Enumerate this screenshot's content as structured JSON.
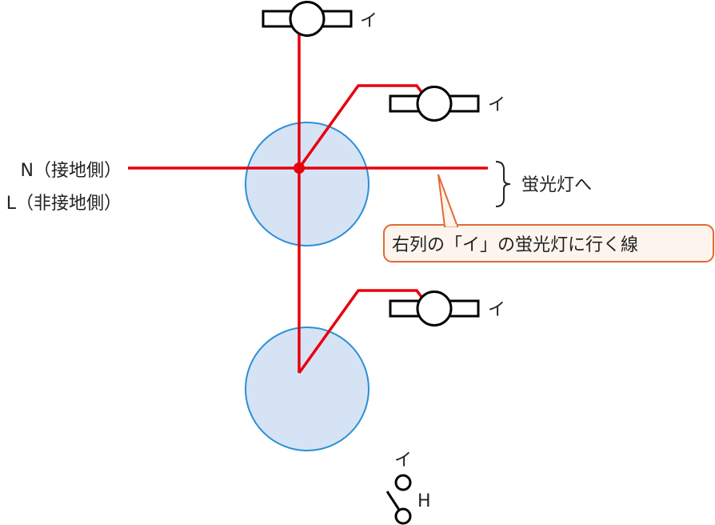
{
  "colors": {
    "wire": "#e8000d",
    "box_fill": "#d5e3f5",
    "box_stroke": "#2b8fd6",
    "fixture": "#000000",
    "callout_fill": "#fdf4ee",
    "callout_stroke": "#e06a33"
  },
  "labels": {
    "neutral": "N（接地側）",
    "line": "L（非接地側）",
    "to_fluorescent": "蛍光灯へ",
    "callout": "右列の「イ」の蛍光灯に行く線"
  },
  "fixtures": [
    {
      "id": "top",
      "label": "イ"
    },
    {
      "id": "upper-right",
      "label": "イ"
    },
    {
      "id": "lower-right",
      "label": "イ"
    }
  ],
  "switch": {
    "label_top": "イ",
    "label_right": "H"
  },
  "icons": [
    "junction-box-icon",
    "ceiling-light-icon",
    "switch-icon"
  ]
}
